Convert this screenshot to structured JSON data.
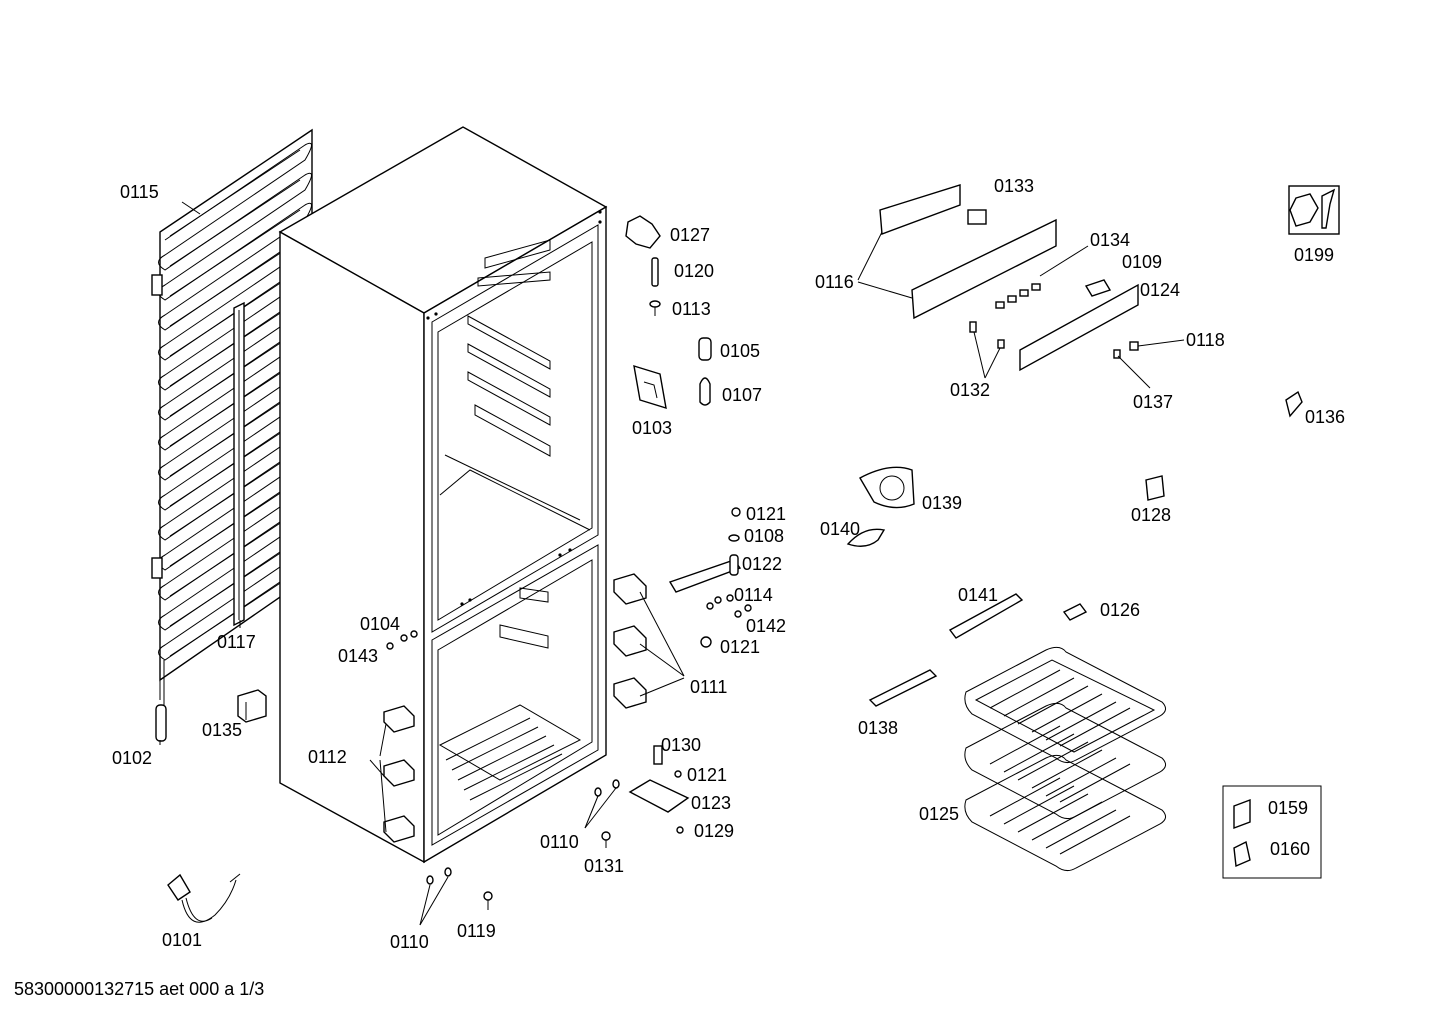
{
  "footer_text": "58300000132715 aet 000 a 1/3",
  "labels": {
    "l0115": "0115",
    "l0117": "0117",
    "l0102": "0102",
    "l0135": "0135",
    "l0101": "0101",
    "l0104": "0104",
    "l0143": "0143",
    "l0112": "0112",
    "l0110a": "0110",
    "l0110b": "0110",
    "l0119": "0119",
    "l0131": "0131",
    "l0127": "0127",
    "l0120": "0120",
    "l0113": "0113",
    "l0105": "0105",
    "l0107": "0107",
    "l0103": "0103",
    "l0121a": "0121",
    "l0108": "0108",
    "l0122": "0122",
    "l0114": "0114",
    "l0142": "0142",
    "l0121b": "0121",
    "l0111": "0111",
    "l0130": "0130",
    "l0121c": "0121",
    "l0123": "0123",
    "l0129": "0129",
    "l0133": "0133",
    "l0134": "0134",
    "l0109": "0109",
    "l0124": "0124",
    "l0116": "0116",
    "l0118": "0118",
    "l0132": "0132",
    "l0137": "0137",
    "l0199": "0199",
    "l0136": "0136",
    "l0139": "0139",
    "l0140": "0140",
    "l0128": "0128",
    "l0141": "0141",
    "l0126": "0126",
    "l0138": "0138",
    "l0125": "0125",
    "l0159": "0159",
    "l0160": "0160"
  }
}
